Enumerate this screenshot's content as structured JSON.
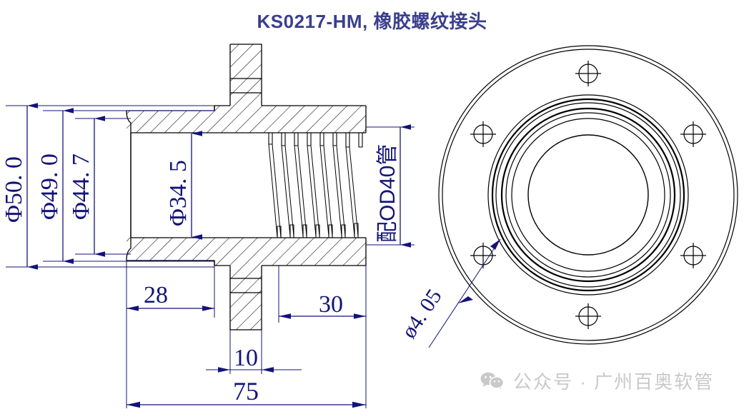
{
  "title": "KS0217-HM, 橡胶螺纹接头",
  "title_color": "#3b3f8c",
  "dimension_color": "#13137a",
  "line_color": "#000000",
  "background": "#ffffff",
  "drawing": {
    "part_name": "橡胶螺纹接头",
    "part_code": "KS0217-HM",
    "views": [
      {
        "name": "section-view",
        "position": "left",
        "description": "longitudinal cross-section with hatching"
      },
      {
        "name": "front-view",
        "position": "right",
        "description": "circular flange face with 6 bolt holes"
      }
    ]
  },
  "dimensions": {
    "vertical": [
      {
        "id": "phi50",
        "label": "Φ50. 0",
        "value": 50.0,
        "symbol": "Φ"
      },
      {
        "id": "phi49",
        "label": "Φ49. 0",
        "value": 49.0,
        "symbol": "Φ"
      },
      {
        "id": "phi447",
        "label": "Φ44. 7",
        "value": 44.7,
        "symbol": "Φ"
      },
      {
        "id": "phi345",
        "label": "Φ34. 5",
        "value": 34.5,
        "symbol": "Φ"
      }
    ],
    "horizontal": [
      {
        "id": "len28",
        "label": "28",
        "value": 28
      },
      {
        "id": "len30",
        "label": "30",
        "value": 30
      },
      {
        "id": "len10",
        "label": "10",
        "value": 10
      },
      {
        "id": "len75",
        "label": "75",
        "value": 75
      }
    ],
    "notes": [
      {
        "id": "tube-note",
        "label": "配OD40管",
        "orientation": "vertical"
      },
      {
        "id": "hole-note",
        "label": "ø4. 05",
        "value": 4.05,
        "orientation": "leader"
      }
    ]
  },
  "front_view": {
    "bolt_hole_count": 6,
    "bolt_hole_label": "ø4. 05"
  },
  "watermark": {
    "icon": "wechat-icon",
    "text": "公众号 · 广州百奥软管",
    "color": "#c9c9c9"
  }
}
